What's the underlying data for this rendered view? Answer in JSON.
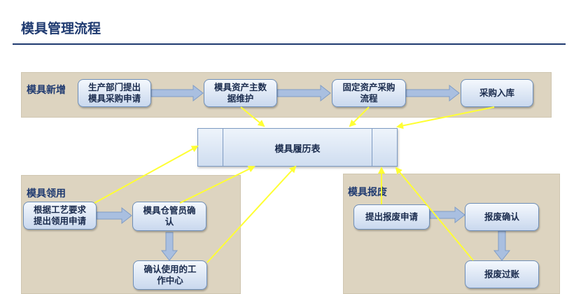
{
  "page": {
    "title": "模具管理流程"
  },
  "panels": {
    "new": {
      "label": "模具新增"
    },
    "use": {
      "label": "模具领用"
    },
    "scrap": {
      "label": "模具报废"
    }
  },
  "nodes": {
    "apply_purchase": "生产部门提出\n模具采购申请",
    "master_data": "模具资产主数\n据维护",
    "fixed_asset_purchase": "固定资产采购\n流程",
    "warehouse_in": "采购入库",
    "history": "模具履历表",
    "apply_use": "根据工艺要求\n提出领用申请",
    "keeper_confirm": "模具仓管员确\n认",
    "confirm_workcenter": "确认使用的工\n作中心",
    "apply_scrap": "提出报废申请",
    "scrap_confirm": "报废确认",
    "scrap_writeoff": "报废过账"
  },
  "colors": {
    "flow_arrow": "#a9bfe0",
    "link_arrow": "#ffff33",
    "title": "#1f3a70",
    "panel": "#ddd4c0"
  }
}
